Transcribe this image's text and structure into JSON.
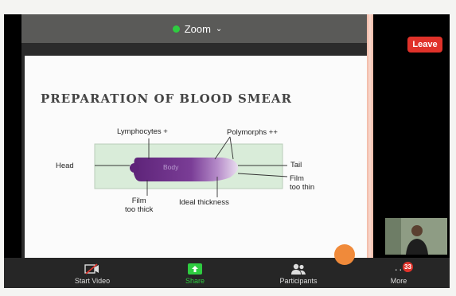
{
  "meeting": {
    "app_title": "Zoom",
    "leave_label": "Leave"
  },
  "slide": {
    "title": "PREPARATION OF BLOOD SMEAR",
    "diagram": {
      "labels": {
        "lymphocytes": "Lymphocytes +",
        "polymorphs": "Polymorphs ++",
        "head": "Head",
        "body": "Body",
        "tail": "Tail",
        "film_too_thin_1": "Film",
        "film_too_thin_2": "too thin",
        "film_too_thick_1": "Film",
        "film_too_thick_2": "too thick",
        "ideal_thickness": "Ideal thickness"
      },
      "colors": {
        "slide_glass": "#d9ecd9",
        "smear_dark": "#6a2f86",
        "smear_light": "#c7a6d6"
      }
    }
  },
  "toolbar": {
    "start_video": "Start Video",
    "share": "Share",
    "participants": "Participants",
    "more": "More",
    "more_badge": "33"
  },
  "colors": {
    "leave_button": "#e0322a",
    "share_icon": "#2ecc40",
    "status_dot": "#2ecc40"
  }
}
